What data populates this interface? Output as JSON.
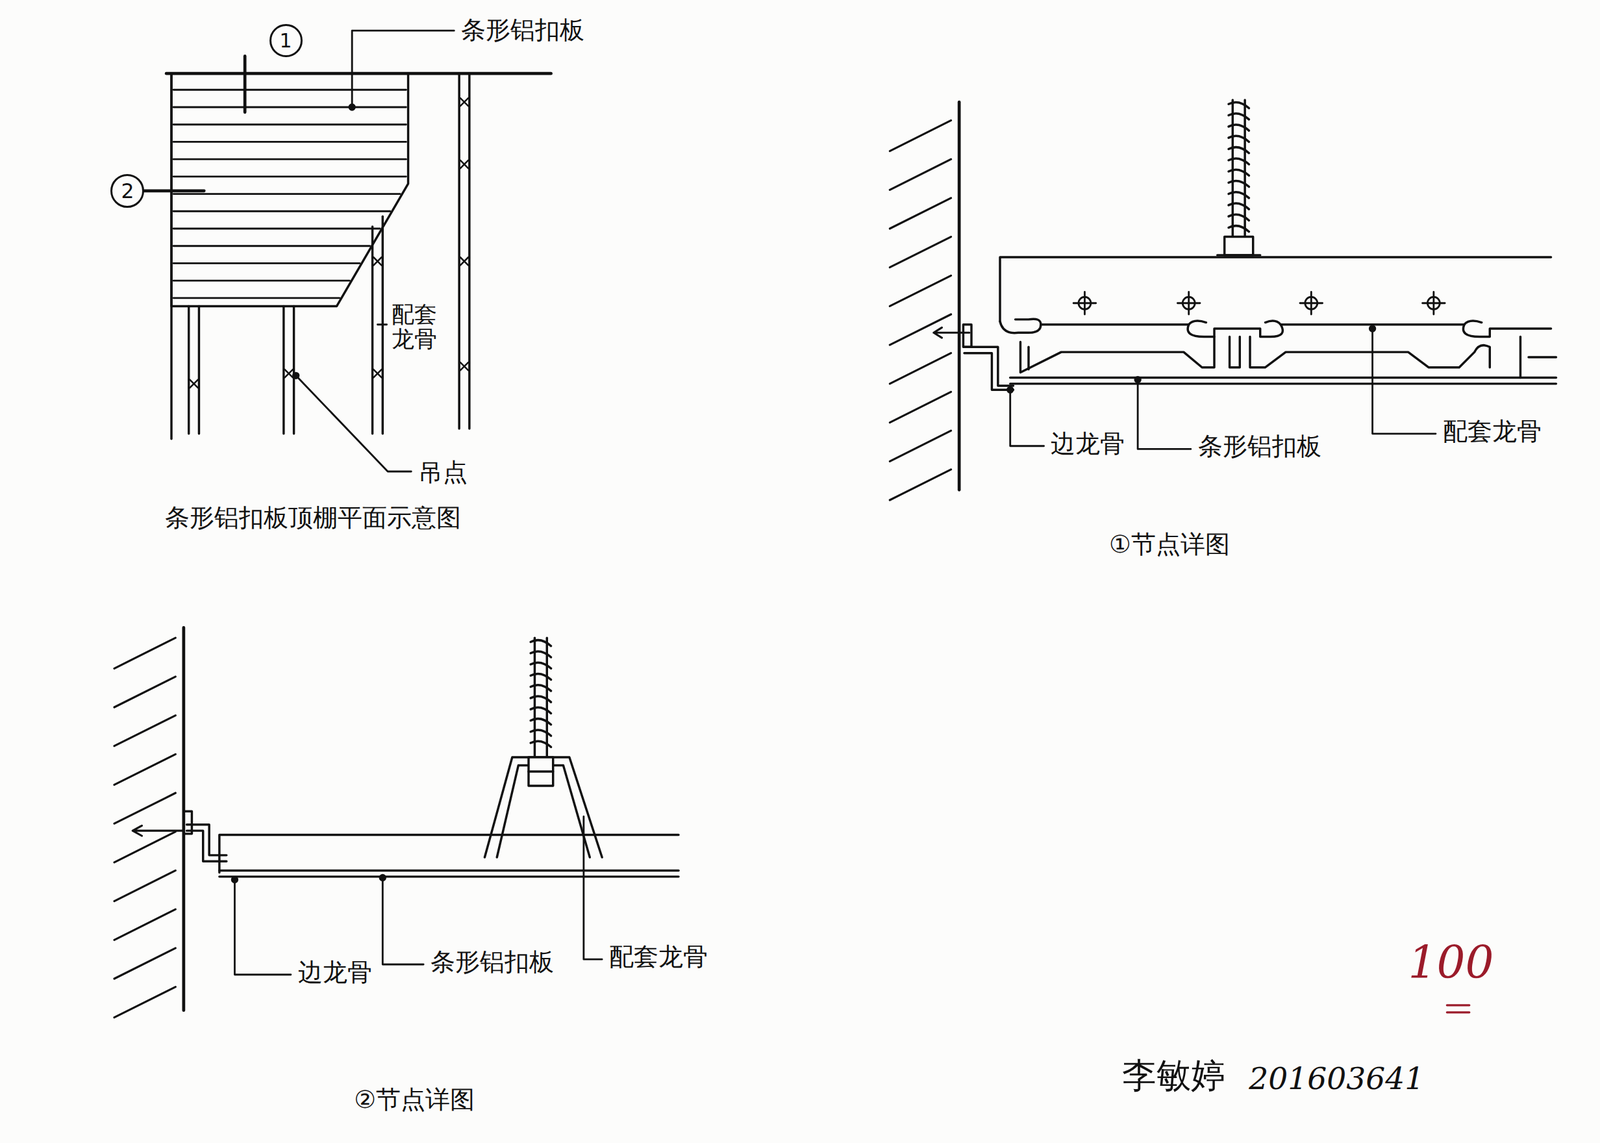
{
  "diagram": {
    "nodes": [
      {
        "text": [
          "1"
        ]
      },
      {
        "text": [
          "2"
        ]
      }
    ],
    "labels": [
      "条形铝扣板",
      "配套龙骨",
      "吊点",
      "条形铝扣板顶棚平面示意图",
      "边龙骨",
      "条形铝扣板",
      "配套龙骨",
      "①节点详图",
      "边龙骨",
      "条形铝扣板",
      "配套龙骨",
      "②节点详图",
      "100",
      "李敏婷",
      "201603641"
    ]
  }
}
